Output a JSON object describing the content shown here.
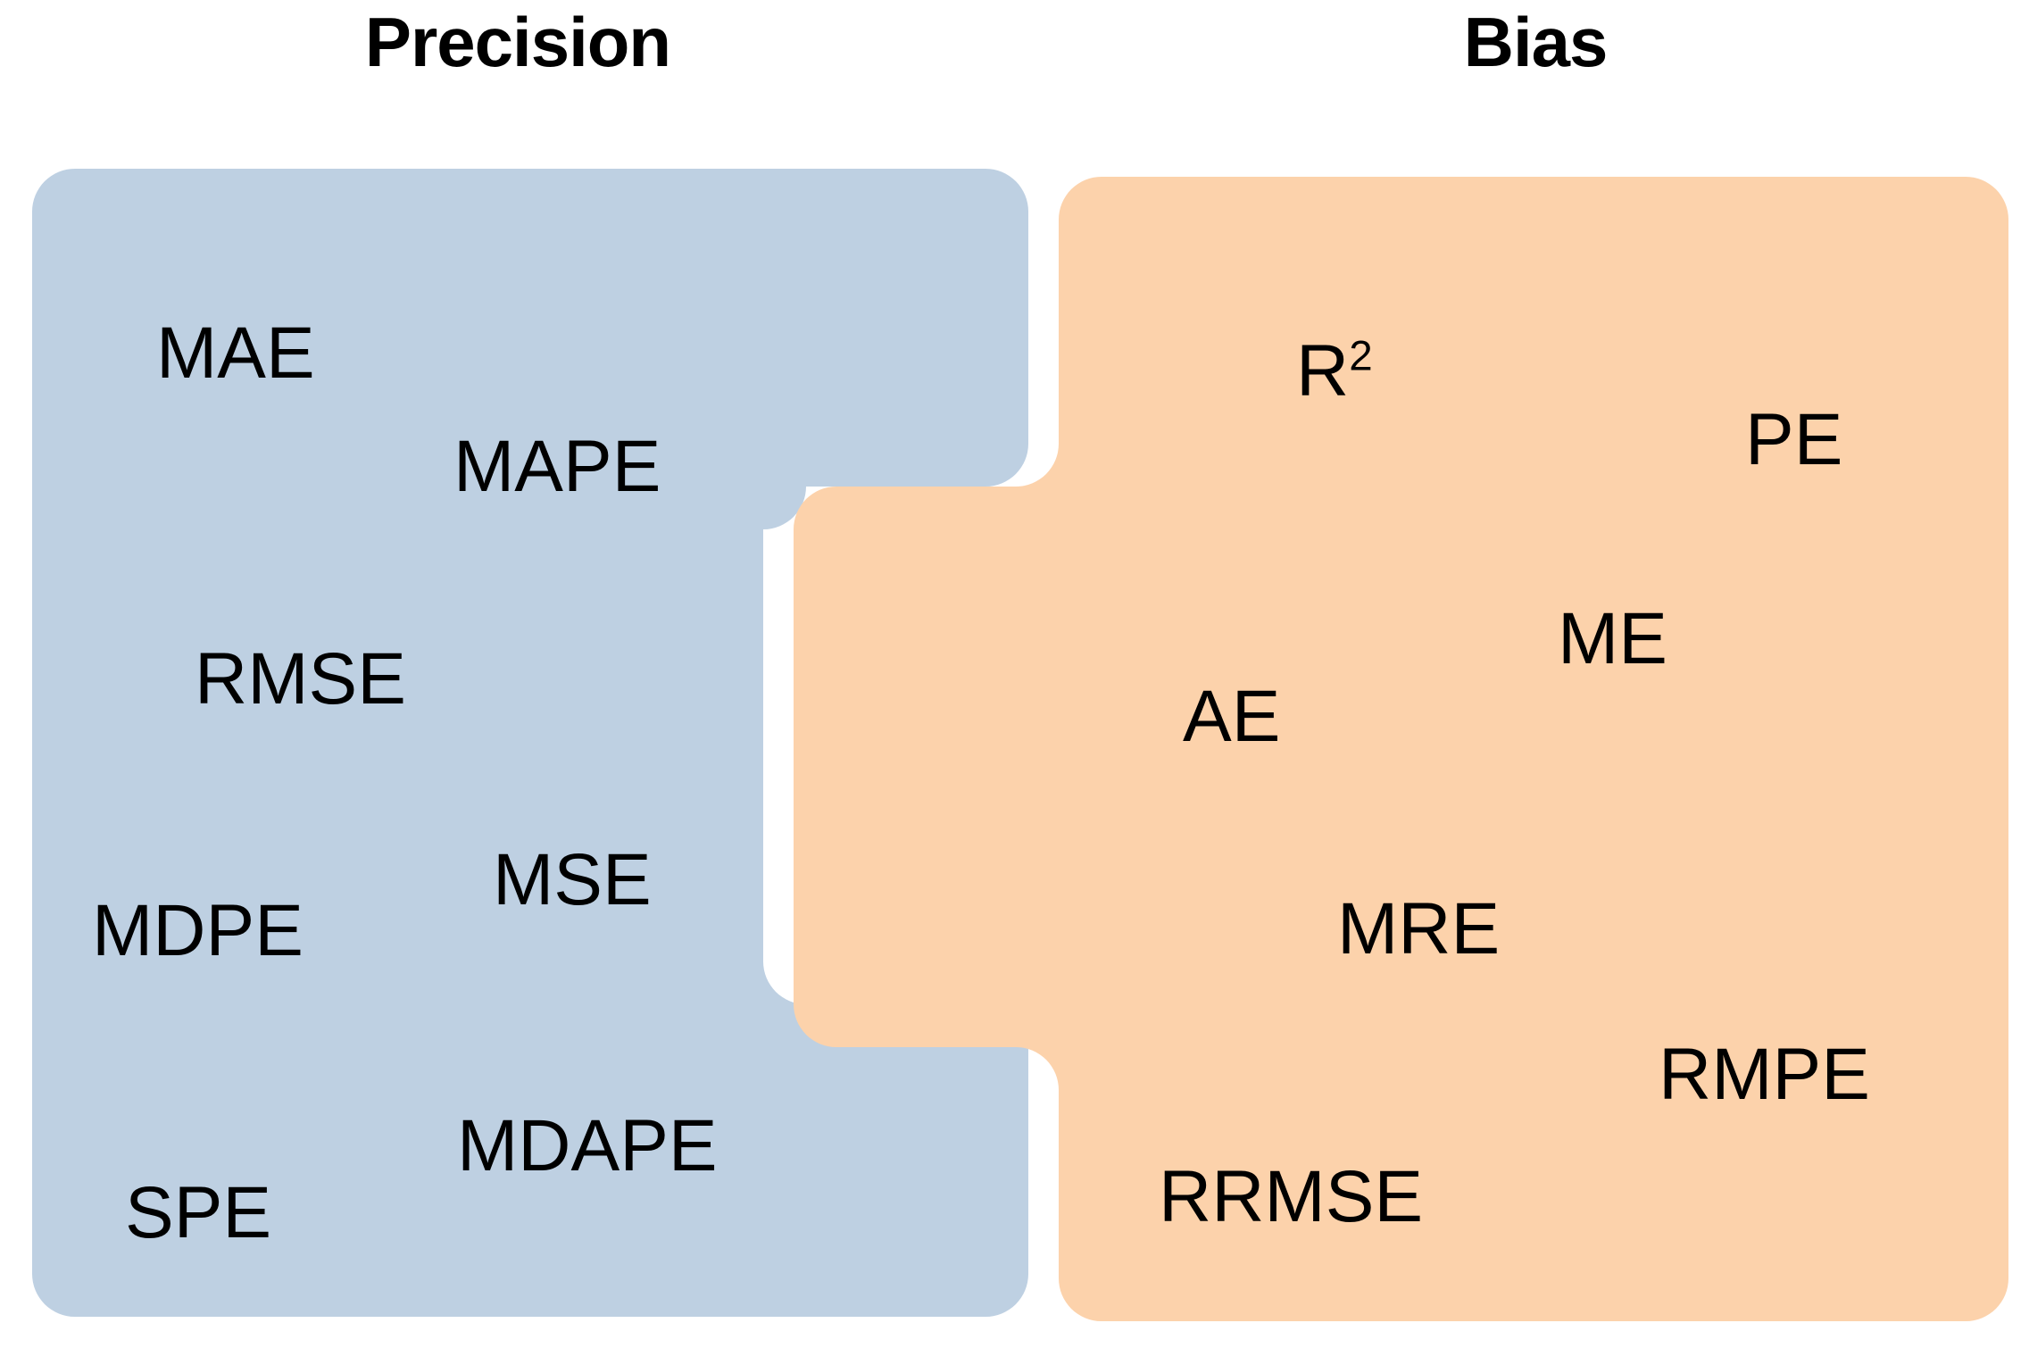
{
  "diagram": {
    "type": "interlocking-puzzle-venn",
    "description": "Two interlocking puzzle-piece panels listing regression error metrics grouped as Precision and Bias",
    "background_color": "#ffffff"
  },
  "groups": [
    {
      "id": "precision",
      "title": "Precision",
      "fill_color": "#bed0e2",
      "metrics": [
        "MAE",
        "MAPE",
        "RMSE",
        "MSE",
        "MDPE",
        "MDAPE",
        "SPE"
      ]
    },
    {
      "id": "bias",
      "title": "Bias",
      "fill_color": "#fcd2ab",
      "metrics": [
        "R2",
        "PE",
        "ME",
        "AE",
        "MRE",
        "RMPE",
        "RRMSE"
      ]
    }
  ],
  "titles": {
    "precision": "Precision",
    "bias": "Bias"
  },
  "precision_labels": [
    {
      "key": "mae",
      "text": "MAE"
    },
    {
      "key": "mape",
      "text": "MAPE"
    },
    {
      "key": "rmse",
      "text": "RMSE"
    },
    {
      "key": "mse",
      "text": "MSE"
    },
    {
      "key": "mdpe",
      "text": "MDPE"
    },
    {
      "key": "mdape",
      "text": "MDAPE"
    },
    {
      "key": "spe",
      "text": "SPE"
    }
  ],
  "bias_labels": [
    {
      "key": "r2",
      "base": "R",
      "exponent": "2"
    },
    {
      "key": "pe",
      "text": "PE"
    },
    {
      "key": "me",
      "text": "ME"
    },
    {
      "key": "ae",
      "text": "AE"
    },
    {
      "key": "mre",
      "text": "MRE"
    },
    {
      "key": "rmpe",
      "text": "RMPE"
    },
    {
      "key": "rrmse",
      "text": "RRMSE"
    }
  ],
  "colors": {
    "precision_fill": "#bed0e2",
    "bias_fill": "#fcd2ab",
    "text": "#000000",
    "background": "#ffffff"
  }
}
